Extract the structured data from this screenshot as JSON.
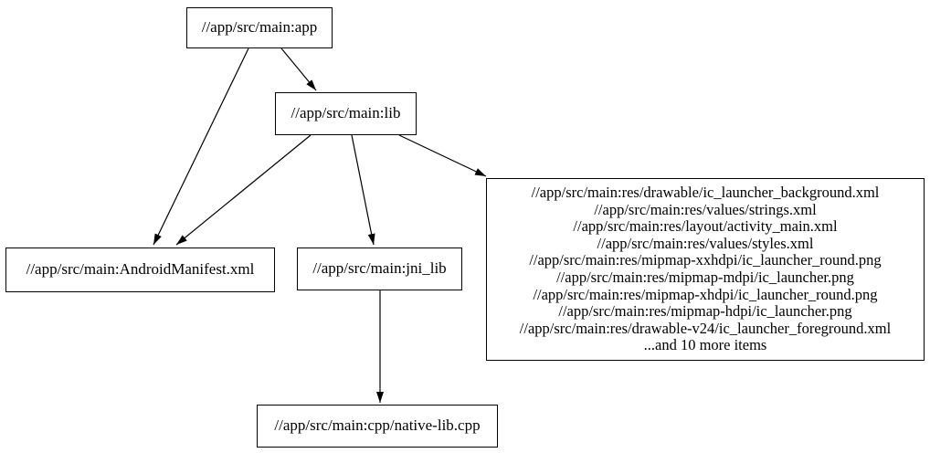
{
  "graph": {
    "type": "digraph-dependency-graph",
    "background": "#ffffff",
    "node_border_color": "#000000",
    "text_color": "#000000",
    "edge_color": "#000000",
    "nodes": {
      "app": {
        "label": "//app/src/main:app"
      },
      "lib": {
        "label": "//app/src/main:lib"
      },
      "manifest": {
        "label": "//app/src/main:AndroidManifest.xml"
      },
      "jni_lib": {
        "label": "//app/src/main:jni_lib"
      },
      "native_lib": {
        "label": "//app/src/main:cpp/native-lib.cpp"
      },
      "res_group": {
        "lines": [
          "//app/src/main:res/drawable/ic_launcher_background.xml",
          "//app/src/main:res/values/strings.xml",
          "//app/src/main:res/layout/activity_main.xml",
          "//app/src/main:res/values/styles.xml",
          "//app/src/main:res/mipmap-xxhdpi/ic_launcher_round.png",
          "//app/src/main:res/mipmap-mdpi/ic_launcher.png",
          "//app/src/main:res/mipmap-xhdpi/ic_launcher_round.png",
          "//app/src/main:res/mipmap-hdpi/ic_launcher.png",
          "//app/src/main:res/drawable-v24/ic_launcher_foreground.xml",
          "...and 10 more items"
        ]
      }
    },
    "edges": [
      {
        "from": "app",
        "to": "manifest"
      },
      {
        "from": "app",
        "to": "lib"
      },
      {
        "from": "lib",
        "to": "manifest"
      },
      {
        "from": "lib",
        "to": "jni_lib"
      },
      {
        "from": "lib",
        "to": "res_group"
      },
      {
        "from": "jni_lib",
        "to": "native_lib"
      }
    ]
  }
}
